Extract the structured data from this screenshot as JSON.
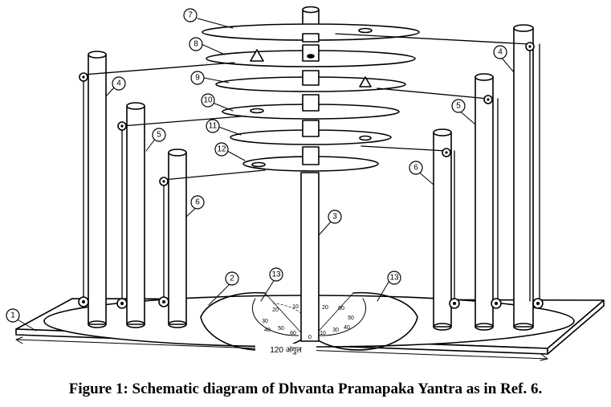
{
  "figure": {
    "caption": "Figure 1: Schematic diagram of Dhvanta Pramapaka Yantra as in Ref. 6.",
    "dimension_label": "120 अंगुल",
    "callouts": [
      "1",
      "2",
      "3",
      "4",
      "4",
      "5",
      "5",
      "6",
      "6",
      "7",
      "8",
      "9",
      "10",
      "11",
      "12",
      "13",
      "13"
    ],
    "dial_marks_left": [
      "20",
      "30",
      "40",
      "50",
      "60",
      "10"
    ],
    "dial_marks_right": [
      "60",
      "50",
      "40",
      "30",
      "20",
      "10"
    ],
    "dial_zero": "0"
  }
}
